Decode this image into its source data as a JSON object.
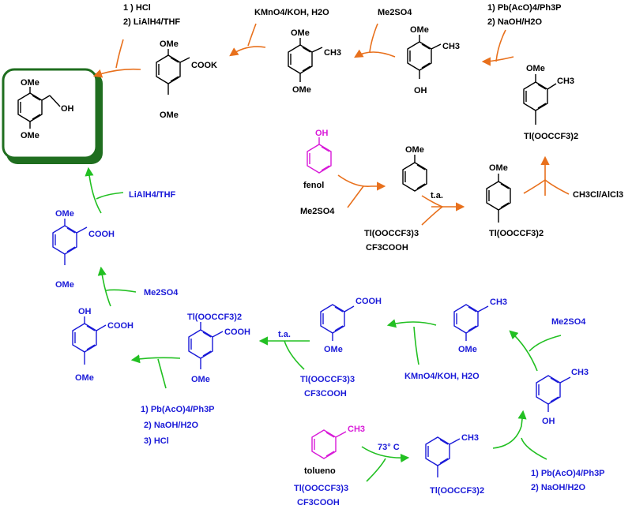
{
  "palette": {
    "black": "#000000",
    "blue": "#1a1ad8",
    "magenta": "#d81ad8",
    "orange": "#e8701c",
    "green": "#22c022",
    "product_frame": "#1f6e1f"
  },
  "groups": {
    "OMe": "OMe",
    "OH": "OH",
    "CH3": "CH3",
    "COOH": "COOH",
    "COOK": "COOK",
    "TTFA": "Tl(OOCCF3)2"
  },
  "labels": {
    "fenol": "fenol",
    "tolueno": "tolueno",
    "ta": "t.a."
  },
  "orange_route": {
    "r_me2so4": "Me2SO4",
    "r_tfa_1": "Tl(OOCCF3)3",
    "r_tfa_2": "CF3COOH",
    "r_ch3cl": "CH3Cl/AlCl3",
    "r_pb_1": "1) Pb(AcO)4/Ph3P",
    "r_pb_2": "2) NaOH/H2O",
    "r_me2so4_b": "Me2SO4",
    "r_kmno4": "KMnO4/KOH, H2O",
    "r_hcl_1": "1 ) HCl",
    "r_hcl_2": "2) LiAlH4/THF"
  },
  "green_route": {
    "r_73c": "73° C",
    "r_tfa_1": "Tl(OOCCF3)3",
    "r_tfa_2": "CF3COOH",
    "r_pb_1": "1) Pb(AcO)4/Ph3P",
    "r_pb_2": "2) NaOH/H2O",
    "r_me2so4": "Me2SO4",
    "r_kmno4": "KMnO4/KOH, H2O",
    "r_tfa_b1": "Tl(OOCCF3)3",
    "r_tfa_b2": "CF3COOH",
    "r_pb_b1": "1) Pb(AcO)4/Ph3P",
    "r_pb_b2": "2) NaOH/H2O",
    "r_pb_b3": "3) HCl",
    "r_me2so4_b": "Me2SO4",
    "r_lialh4": "LiAlH4/THF"
  }
}
